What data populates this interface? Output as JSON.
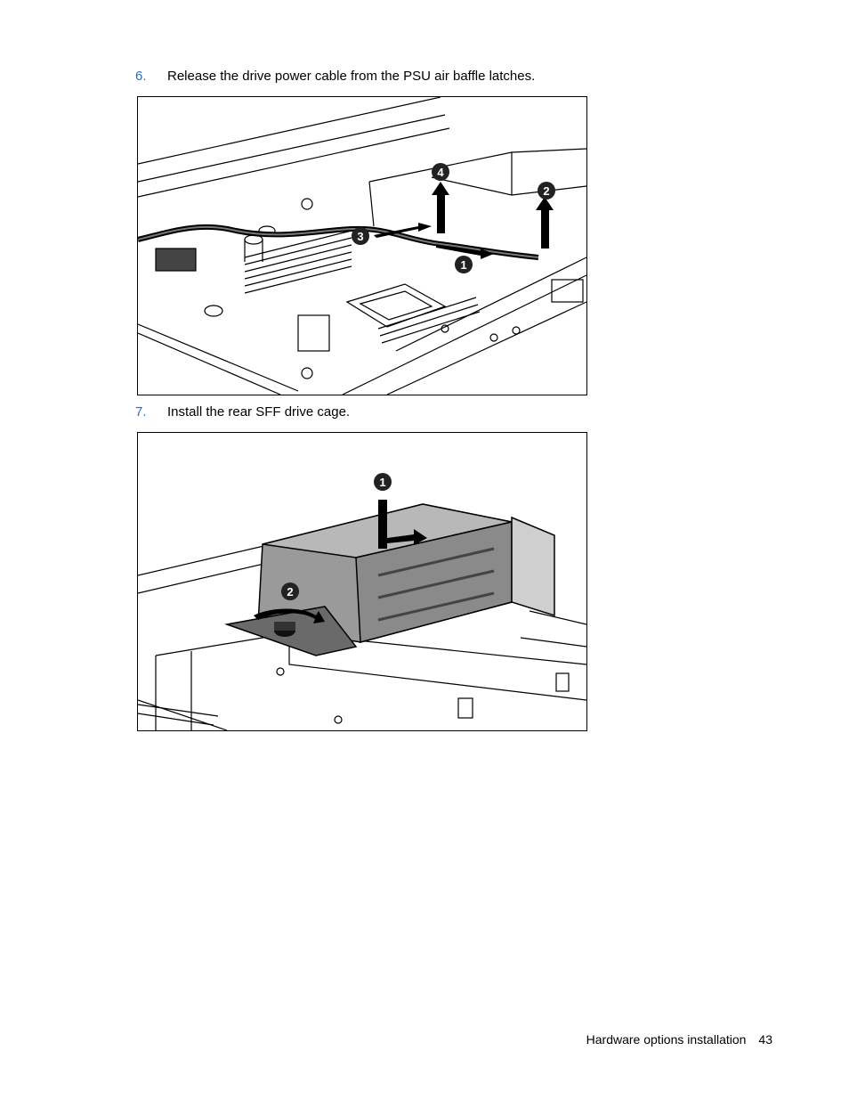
{
  "steps": [
    {
      "number": "6.",
      "text": "Release the drive power cable from the PSU air baffle latches."
    },
    {
      "number": "7.",
      "text": "Install the rear SFF drive cage."
    }
  ],
  "figure1": {
    "callouts": [
      "4",
      "2",
      "3",
      "1"
    ]
  },
  "figure2": {
    "callouts": [
      "1",
      "2"
    ]
  },
  "footer": {
    "section": "Hardware options installation",
    "page": "43"
  }
}
